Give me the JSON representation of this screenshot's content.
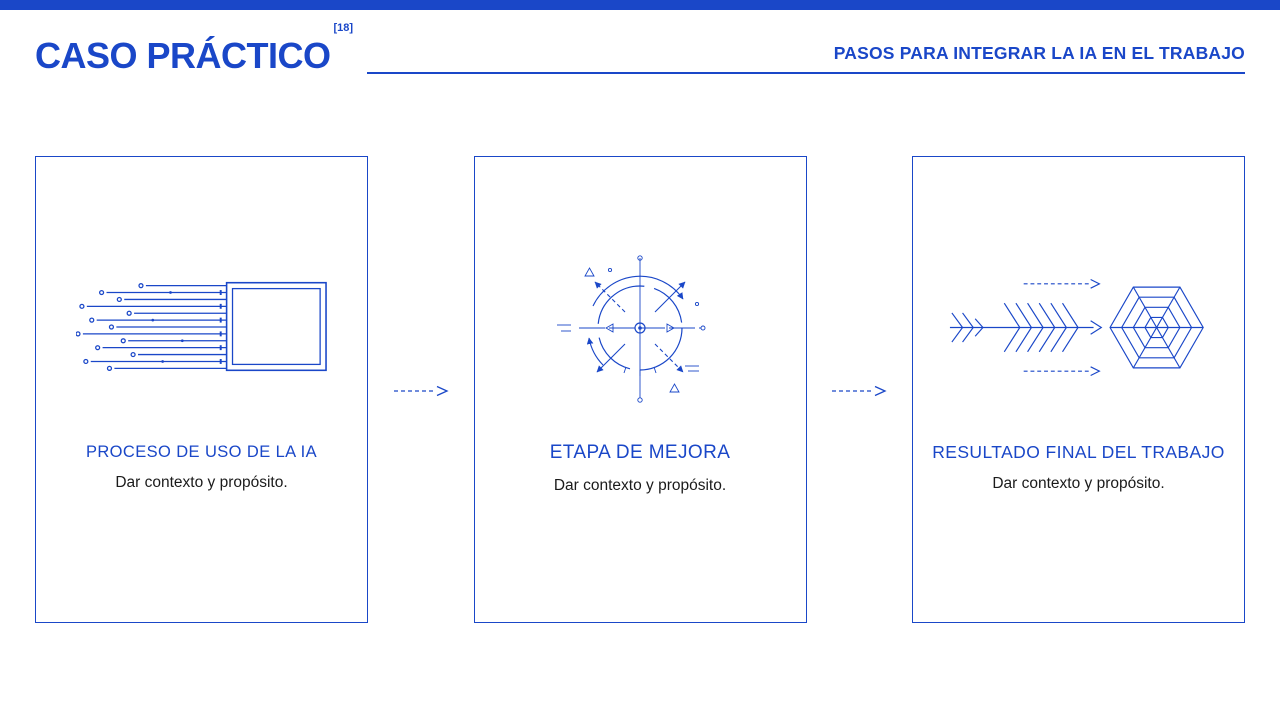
{
  "colors": {
    "accent": "#1A47C8",
    "text": "#1B1B1B",
    "background": "#FFFFFF"
  },
  "header": {
    "title": "CASO PRÁCTICO",
    "title_superscript": "[18]",
    "subtitle": "PASOS PARA INTEGRAR LA IA EN EL TRABAJO"
  },
  "cards": [
    {
      "icon": "speed-lines-screen-icon",
      "title": "PROCESO DE USO DE LA IA",
      "description": "Dar contexto y propósito."
    },
    {
      "icon": "compass-geometry-icon",
      "title": "ETAPA DE MEJORA",
      "description": "Dar contexto y propósito."
    },
    {
      "icon": "fishbone-hexweb-icon",
      "title": "RESULTADO FINAL DEL TRABAJO",
      "description": "Dar contexto y propósito."
    }
  ],
  "connectors": [
    {
      "icon": "dashed-arrow-right-icon"
    },
    {
      "icon": "dashed-arrow-right-icon"
    }
  ]
}
